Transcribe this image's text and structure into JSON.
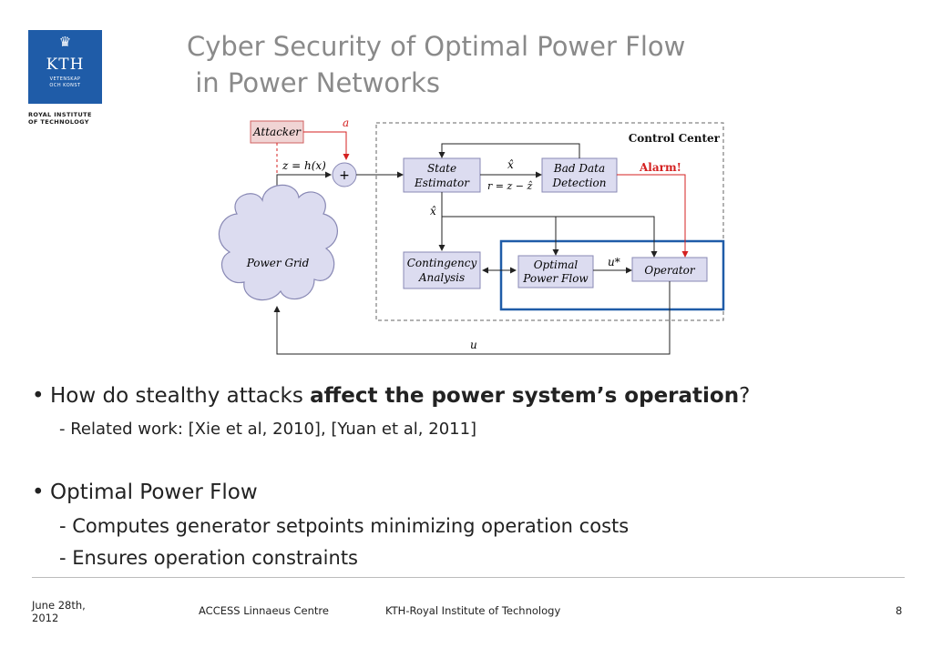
{
  "logo": {
    "wordmark": "KTH",
    "line1": "VETENSKAP",
    "line2": "OCH KONST",
    "under1": "ROYAL INSTITUTE",
    "under2": "OF TECHNOLOGY",
    "icon": "crown-icon",
    "color": "#1f5ca8"
  },
  "title": {
    "line1": "Cyber Security of Optimal Power Flow",
    "line2": " in Power Networks",
    "color": "#8a8a8a"
  },
  "diagram": {
    "attacker": "Attacker",
    "a": "a",
    "z_eq": "z = h(x)",
    "plus": "+",
    "state_estimator_1": "State",
    "state_estimator_2": "Estimator",
    "xhat": "x̂",
    "residual": "r = z − ẑ",
    "bad_data_1": "Bad Data",
    "bad_data_2": "Detection",
    "control_center": "Control Center",
    "alarm": "Alarm!",
    "power_grid": "Power Grid",
    "contingency_1": "Contingency",
    "contingency_2": "Analysis",
    "opf_1": "Optimal",
    "opf_2": "Power Flow",
    "ustar": "u*",
    "operator": "Operator",
    "u": "u",
    "colors": {
      "box_fill": "#dcdcf0",
      "box_stroke": "#8888b4",
      "red": "#d42020",
      "blue": "#1f5ca8"
    }
  },
  "bullets": {
    "b1_pre": "How do stealthy attacks ",
    "b1_bold": "affect the power system’s operation",
    "b1_post": "?",
    "b1_sub1": "- Related work: [Xie et al, 2010], [Yuan et al, 2011]",
    "b2": "Optimal Power Flow",
    "b2_sub1": "- Computes  generator setpoints minimizing operation costs",
    "b2_sub2": "- Ensures operation constraints"
  },
  "footer": {
    "date_line1": "June 28th,",
    "date_line2": "2012",
    "centre": "ACCESS Linnaeus Centre",
    "institute": "KTH-Royal Institute of Technology",
    "page": "8"
  }
}
